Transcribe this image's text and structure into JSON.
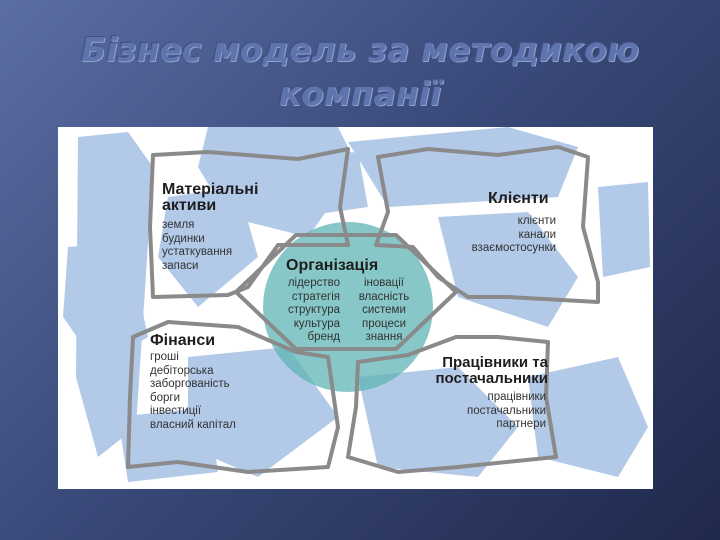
{
  "slide": {
    "title_line1": "Бізнес модель за методикою",
    "title_line2": "компанії"
  },
  "diagram": {
    "material": {
      "title_line1": "Матеріальні",
      "title_line2": "активи",
      "items": [
        "земля",
        "будинки",
        "устаткування",
        "запаси"
      ]
    },
    "clients": {
      "title": "Клієнти",
      "items": [
        "клієнти",
        "канали",
        "взаємостосунки"
      ]
    },
    "organization": {
      "title": "Організація",
      "left_items": [
        "лідерство",
        "стратегія",
        "структура",
        "культура",
        "бренд"
      ],
      "right_items": [
        "іновації",
        "власність",
        "системи",
        "процеси",
        "знання"
      ]
    },
    "finance": {
      "title": "Фінанси",
      "items": [
        "гроші",
        "дебіторська",
        "заборгованість",
        "борги",
        "інвестиції",
        "власний капітал"
      ]
    },
    "workers": {
      "title_line1": "Працівники та",
      "title_line2": "постачальники",
      "items": [
        "працівники",
        "постачальники",
        "партнери"
      ]
    },
    "colors": {
      "blue_strokes": "#aac4e6",
      "circle": "#5fb4b4",
      "frame": "#8a8a8a"
    }
  }
}
